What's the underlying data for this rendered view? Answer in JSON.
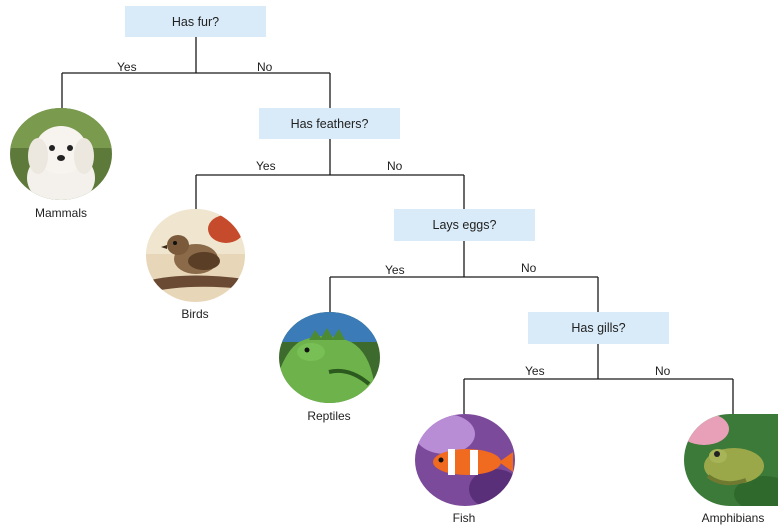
{
  "questions": {
    "fur": "Has fur?",
    "feathers": "Has feathers?",
    "eggs": "Lays eggs?",
    "gills": "Has gills?"
  },
  "branches": {
    "fur_yes": "Yes",
    "fur_no": "No",
    "feathers_yes": "Yes",
    "feathers_no": "No",
    "eggs_yes": "Yes",
    "eggs_no": "No",
    "gills_yes": "Yes",
    "gills_no": "No"
  },
  "leaves": {
    "mammals": "Mammals",
    "birds": "Birds",
    "reptiles": "Reptiles",
    "fish": "Fish",
    "amphibians": "Amphibians"
  },
  "colors": {
    "question_box": "#d9ebf8",
    "connector": "#1a1a1a"
  }
}
